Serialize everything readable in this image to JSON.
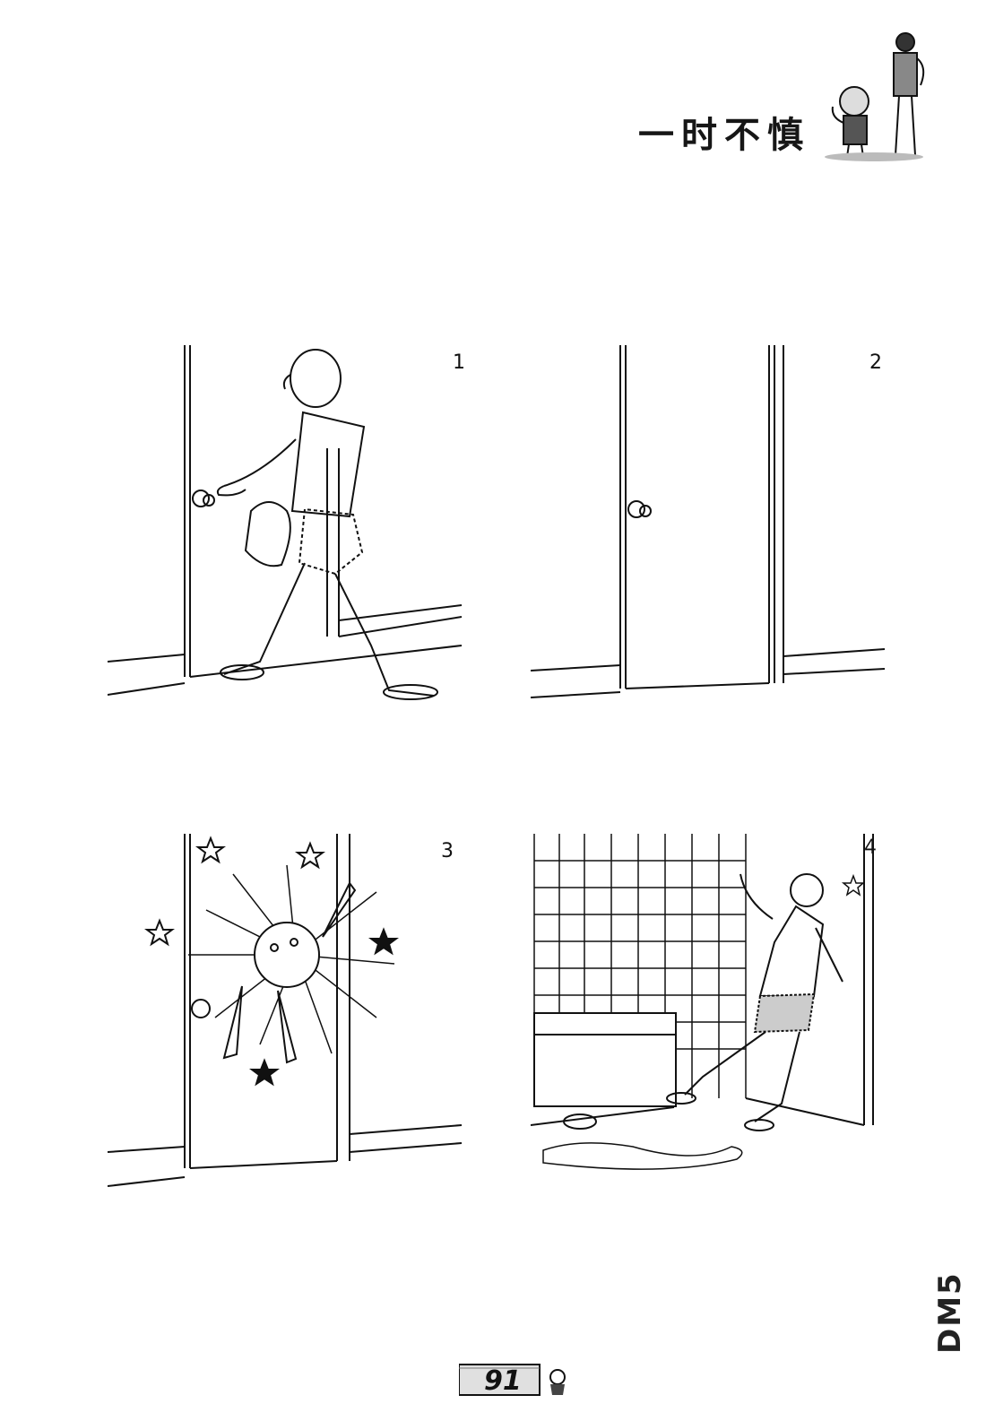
{
  "page": {
    "title": "一时不慎",
    "page_number": "91",
    "watermark": "DM5"
  },
  "panels": [
    {
      "number": "1"
    },
    {
      "number": "2"
    },
    {
      "number": "3"
    },
    {
      "number": "4"
    }
  ]
}
